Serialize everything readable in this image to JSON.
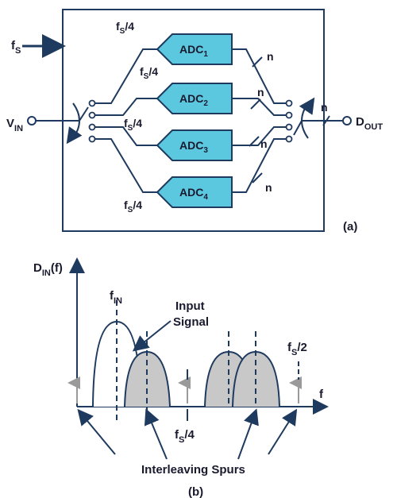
{
  "diagram_a": {
    "fs_input": {
      "base": "f",
      "sub": "S"
    },
    "vin": {
      "base": "V",
      "sub": "IN"
    },
    "dout": {
      "base": "D",
      "sub": "OUT"
    },
    "adcs": [
      {
        "base": "ADC",
        "sub": "1"
      },
      {
        "base": "ADC",
        "sub": "2"
      },
      {
        "base": "ADC",
        "sub": "3"
      },
      {
        "base": "ADC",
        "sub": "4"
      }
    ],
    "clock": {
      "base": "f",
      "sub": "S",
      "tail": "/4"
    },
    "bus_label": "n",
    "panel_label": "(a)",
    "colors": {
      "adc_fill": "#5bc8e0",
      "line": "#1f3a5f"
    }
  },
  "diagram_b": {
    "y_axis": {
      "base": "D",
      "sub": "IN",
      "tail": "(f)"
    },
    "x_axis": "f",
    "fin": {
      "base": "f",
      "sub": "IN"
    },
    "input_signal": [
      "Input",
      "Signal"
    ],
    "fs_quarter": {
      "base": "f",
      "sub": "S",
      "tail": "/4"
    },
    "fs_half": {
      "base": "f",
      "sub": "S",
      "tail": "/2"
    },
    "spurs_label": "Interleaving Spurs",
    "panel_label": "(b)",
    "colors": {
      "spur_fill": "#c8c8c8",
      "marker": "#9a9a9a"
    }
  }
}
